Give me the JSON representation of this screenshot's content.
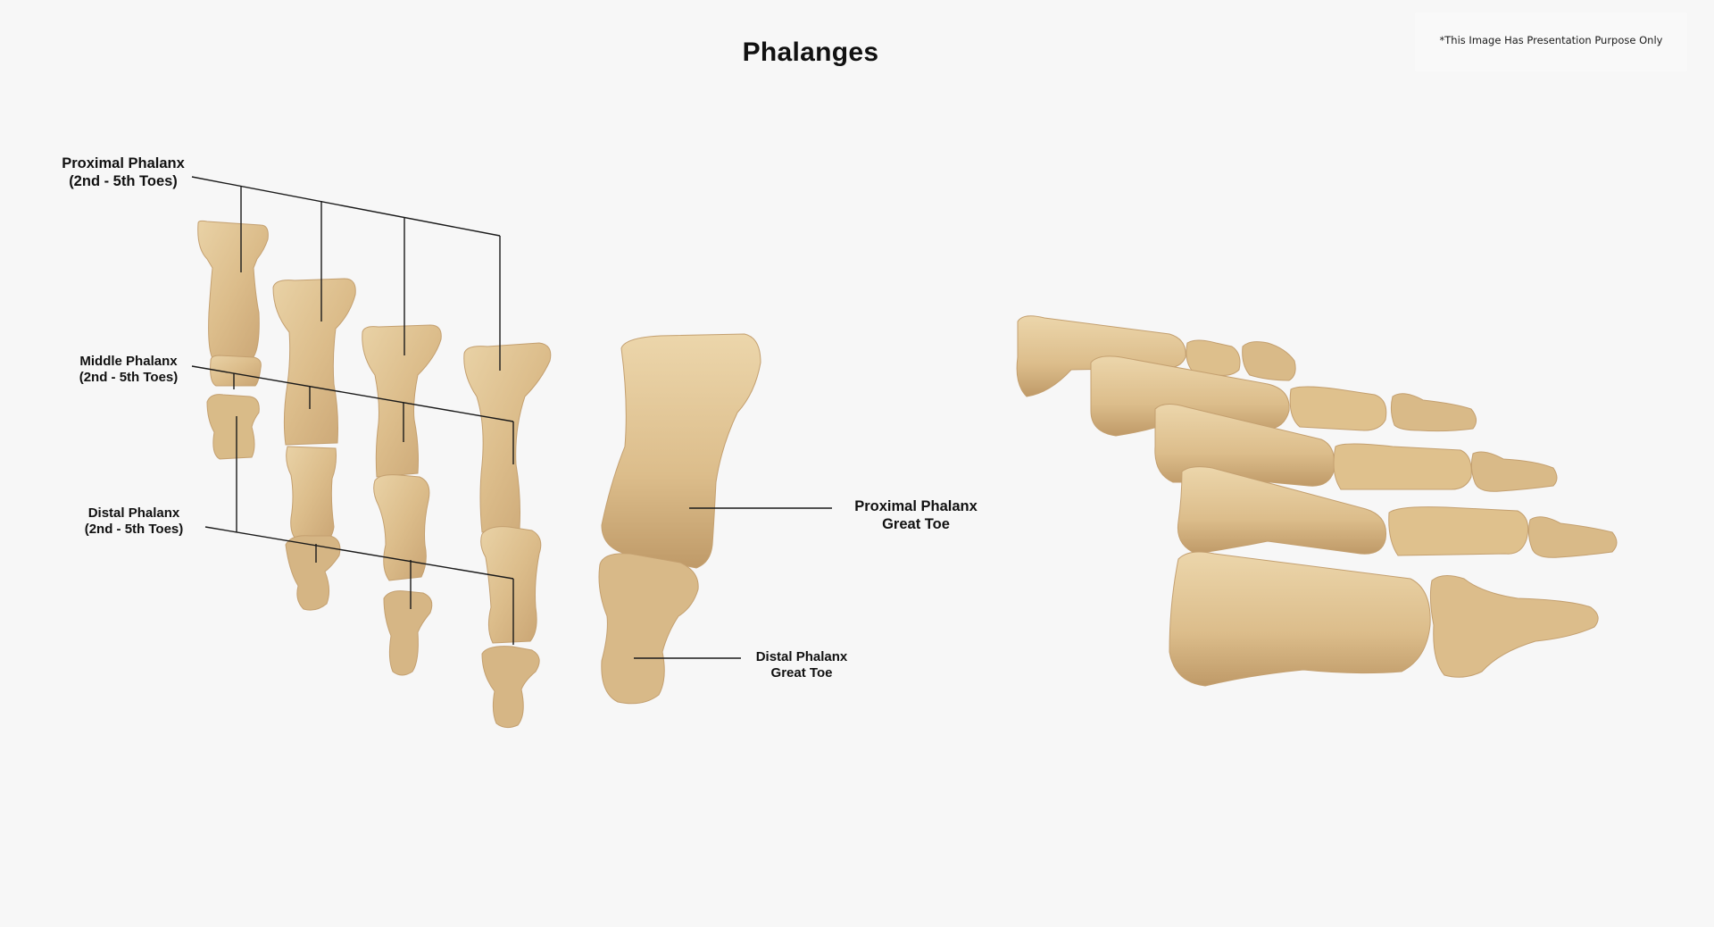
{
  "title": "Phalanges",
  "note": "*This Image Has Presentation Purpose Only",
  "labels": {
    "proximal_lesser": {
      "line1": "Proximal Phalanx",
      "line2": "(2nd - 5th Toes)"
    },
    "middle_lesser": {
      "line1": "Middle Phalanx",
      "line2": "(2nd - 5th Toes)"
    },
    "distal_lesser": {
      "line1": "Distal Phalanx",
      "line2": "(2nd - 5th Toes)"
    },
    "proximal_great": {
      "line1": "Proximal Phalanx",
      "line2": "Great Toe"
    },
    "distal_great": {
      "line1": "Distal Phalanx",
      "line2": "Great Toe"
    }
  },
  "colors": {
    "background": "#f7f7f7",
    "bone_light": "#e8cfa0",
    "bone_mid": "#d8b885",
    "bone_dark": "#b89566",
    "leader_line": "#1a1a1a"
  }
}
